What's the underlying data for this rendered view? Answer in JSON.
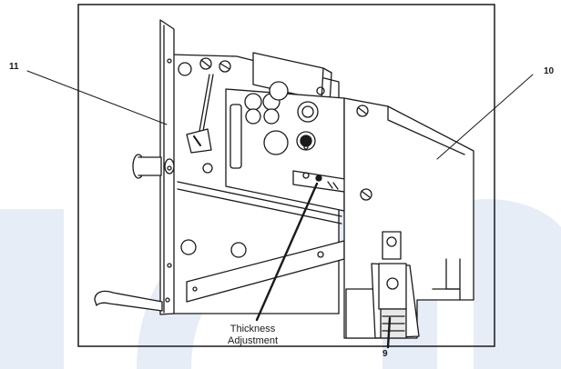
{
  "callouts": {
    "label_11": "11",
    "label_10": "10",
    "label_9": "9",
    "thickness_line1": "Thickness",
    "thickness_line2": "Adjustment"
  },
  "colors": {
    "watermark": "#e6edf7",
    "line": "#1a1a1a",
    "panel": "#ffffff"
  }
}
